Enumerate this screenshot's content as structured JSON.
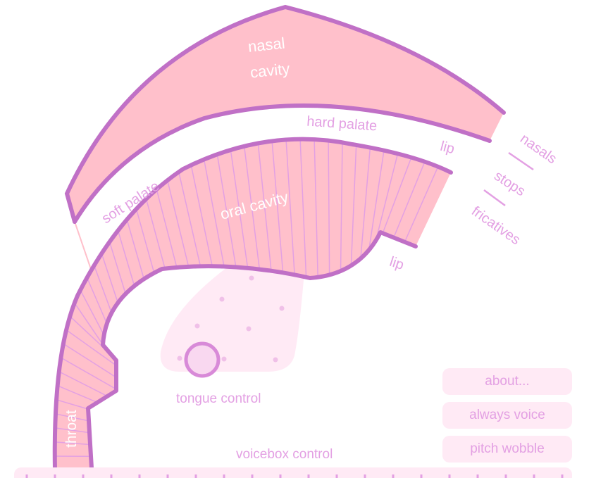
{
  "labels": {
    "nasal_cavity_1": "nasal",
    "nasal_cavity_2": "cavity",
    "hard_palate": "hard palate",
    "soft_palate": "soft palate",
    "oral_cavity": "oral  cavity",
    "lip_top": "lip",
    "lip_bottom": "lip",
    "nasals": "nasals",
    "stops": "stops",
    "fricatives": "fricatives",
    "throat": "throat",
    "tongue_control": "tongue control",
    "voicebox_control": "voicebox control"
  },
  "buttons": {
    "about": "about...",
    "always_voice": "always voice",
    "pitch_wobble": "pitch wobble"
  },
  "colors": {
    "tract_fill": "#FFC0CB",
    "tract_stroke": "#C070C6",
    "label": "#E3A0E3",
    "control_bg": "#FFEAF5"
  }
}
